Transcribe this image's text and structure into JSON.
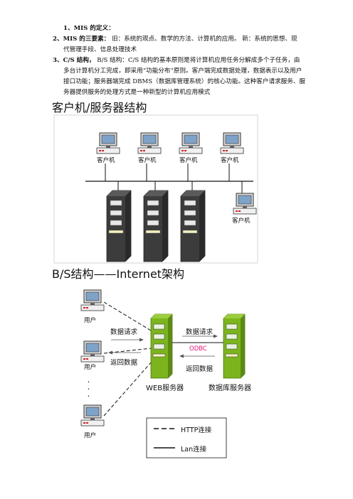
{
  "doc": {
    "line1": "1、MIS 的定义：",
    "line2_bold": "2、MIS 的三要素：",
    "line2_rest": "旧：系统的观点、数学的方法、计算机的应用。    新：系统的思想、现",
    "line2_cont": "代管理手段、信息处理技术",
    "line3_bold": "3、C/S  结构，",
    "line3_rest": "B/S  结构：C/S 结构的基本原则是将计算机应用任务分解成多个子任务，由",
    "line4": "多台计算机分工完成，即采用“功能分布”原则。客户端完成数据处理，数据表示以及用户",
    "line5": "接口功能；服务器端完成  DBMS（数据库管理系统）的核心功能。这种客户请求服务、服",
    "line6": "务器提供服务的处理方式是一种新型的计算机应用模式"
  },
  "cs": {
    "title": "客户机/服务器结构",
    "client_label": "客户机"
  },
  "bs": {
    "title": "B/S结构——Internet架构",
    "user_label": "用户",
    "req1": "数据请求",
    "ret1": "返回数据",
    "req2": "数据请求",
    "odbc": "ODBC",
    "ret2": "返回数据",
    "web_server": "WEB服务器",
    "db_server": "数据库服务器",
    "dots": "·\n·\n·",
    "legend_http": "HTTP连接",
    "legend_lan": "Lan连接"
  },
  "colors": {
    "server_dark": "#4a4a4a",
    "server_green": "#7cb41e",
    "odbc": "#e0157a",
    "led_red": "#d22020"
  }
}
